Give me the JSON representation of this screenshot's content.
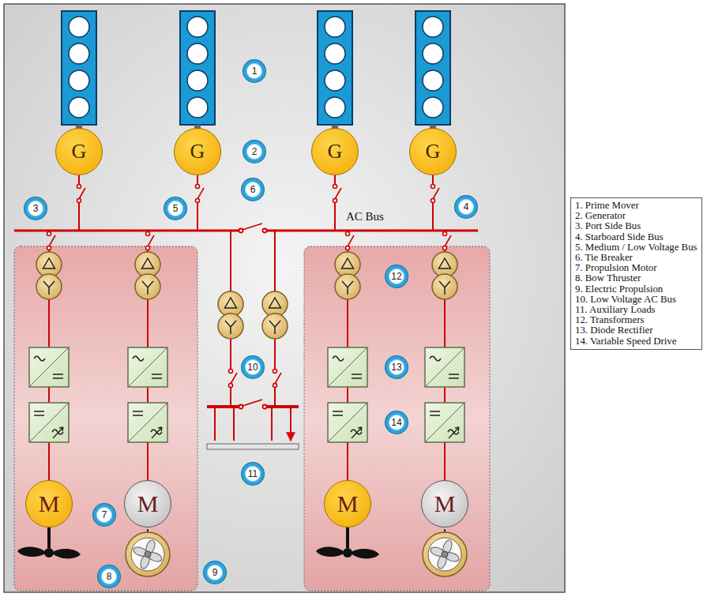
{
  "diagram": {
    "nodes": [
      {
        "text": [
          "G"
        ]
      },
      {
        "text": [
          "G"
        ]
      },
      {
        "text": [
          "G"
        ]
      },
      {
        "text": [
          "G"
        ]
      },
      {
        "text": [
          "M"
        ]
      },
      {
        "text": [
          "M"
        ]
      },
      {
        "text": [
          "M"
        ]
      },
      {
        "text": [
          "M"
        ]
      }
    ],
    "labels": [
      "1",
      "2",
      "3",
      "5",
      "6",
      "AC Bus",
      "4",
      "12",
      "10",
      "13",
      "14",
      "7",
      "11",
      "8",
      "9"
    ],
    "legend": [
      {
        "text": "1. Prime Mover"
      },
      {
        "text": "2. Generator"
      },
      {
        "text": "3. Port Side Bus"
      },
      {
        "text": "4. Starboard Side Bus"
      },
      {
        "text": "5. Medium / Low Voltage Bus"
      },
      {
        "text": "6. Tie Breaker"
      },
      {
        "text": "7. Propulsion Motor"
      },
      {
        "text": "8. Bow Thruster"
      },
      {
        "text": "9. Electric Propulsion"
      },
      {
        "text": "10. Low Voltage AC Bus"
      },
      {
        "text": "11. Auxiliary Loads"
      },
      {
        "text": "12. Transformers"
      },
      {
        "text": "13. Diode Rectifier"
      },
      {
        "text": "14. Variable Speed Drive"
      }
    ]
  }
}
